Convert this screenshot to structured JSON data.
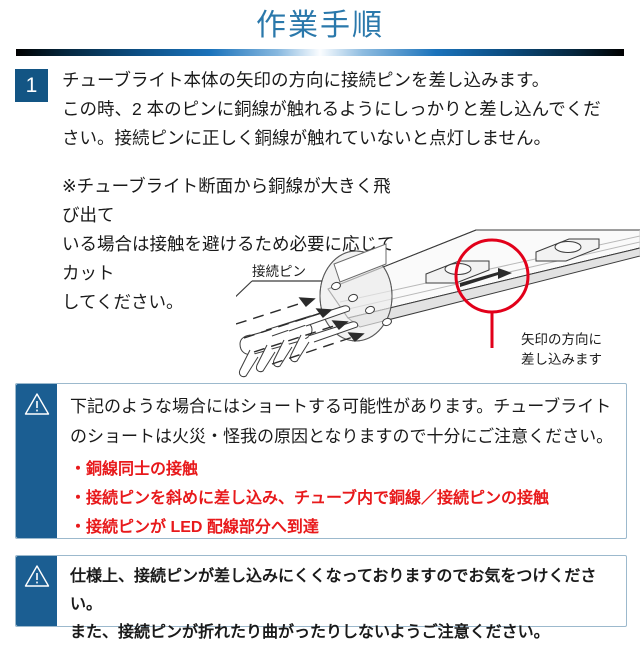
{
  "header": {
    "title": "作業手順"
  },
  "step": {
    "number": "1",
    "lines": [
      "チューブライト本体の矢印の方向に接続ピンを差し込みます。",
      "この時、2 本のピンに銅線が触れるようにしっかりと差し込んでくだ",
      "さい。接続ピンに正しく銅線が触れていないと点灯しません。"
    ],
    "note_lines": [
      "※チューブライト断面から銅線が大きく飛び出て",
      "いる場合は接触を避けるため必要に応じてカット",
      "してください。"
    ]
  },
  "figure": {
    "pin_label": "接続ピン",
    "arrow_label_lines": [
      "矢印の方向に",
      "差し込みます"
    ],
    "highlight_color": "#e2001a"
  },
  "warning_short": {
    "icon": "warning-triangle-icon",
    "lines": [
      "下記のような場合にはショートする可能性があります。チューブライト",
      "のショートは火災・怪我の原因となりますので十分にご注意ください。"
    ],
    "bullets": [
      "・銅線同士の接触",
      "・接続ピンを斜めに差し込み、チューブ内で銅線／接続ピンの接触",
      "・接続ピンが LED 配線部分へ到達"
    ],
    "bullet_color": "#e8191b",
    "bar_color": "#1b5e92"
  },
  "warning_spec": {
    "icon": "warning-triangle-icon",
    "lines": [
      "仕様上、接続ピンが差し込みにくくなっておりますのでお気をつけください。",
      "また、接続ピンが折れたり曲がったりしないようご注意ください。"
    ],
    "bar_color": "#1b5e92"
  },
  "colors": {
    "title_blue": "#2a78ab",
    "badge_blue": "#135584",
    "box_border": "#9cb9cd"
  }
}
